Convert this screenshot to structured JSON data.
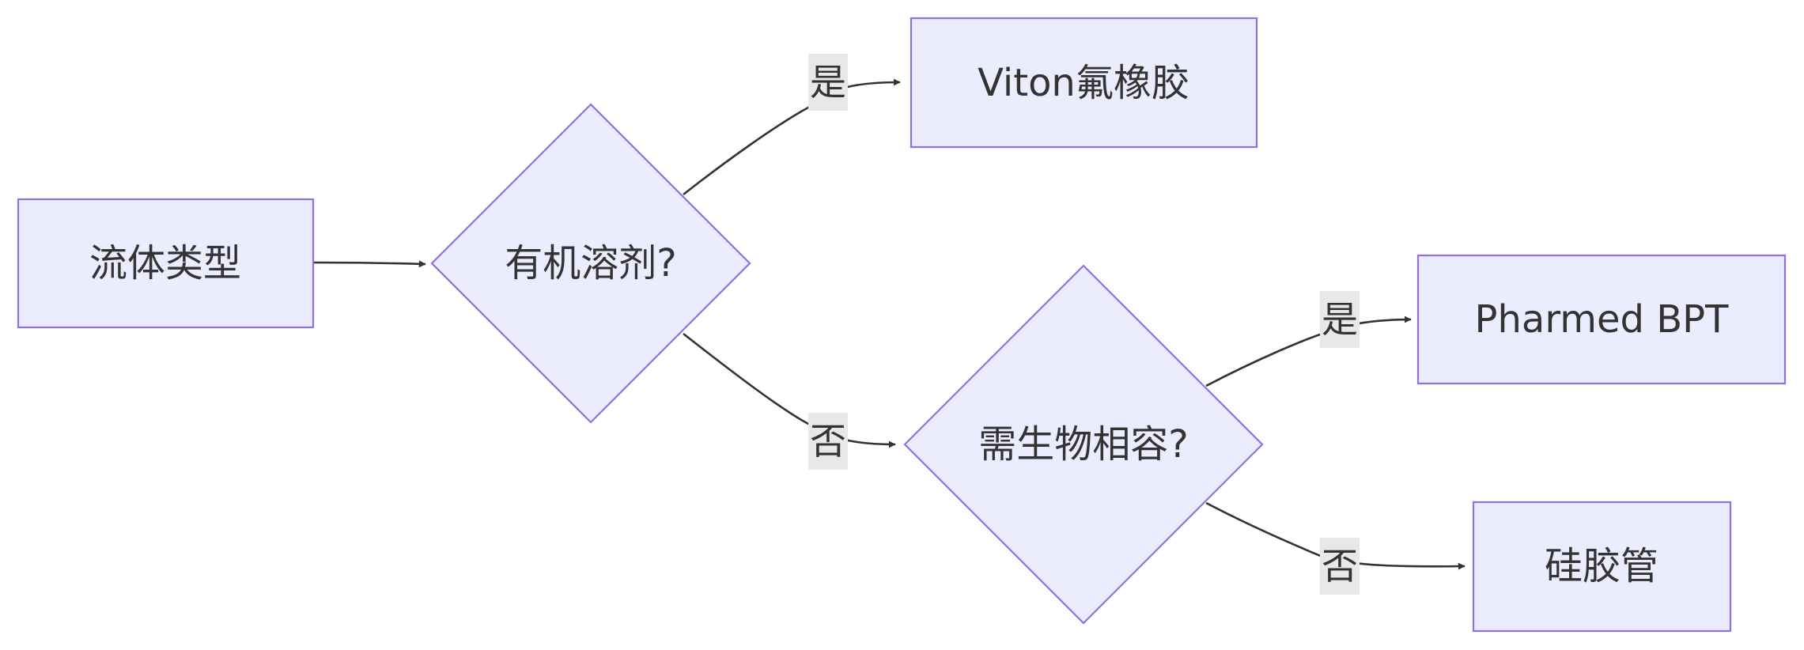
{
  "diagram": {
    "type": "flowchart",
    "nodes": {
      "fluid_type": "流体类型",
      "organic_solvent": "有机溶剂?",
      "viton": "Viton氟橡胶",
      "biocompatible": "需生物相容?",
      "pharmed": "Pharmed BPT",
      "silicone": "硅胶管"
    },
    "edges": {
      "yes_1": "是",
      "no_1": "否",
      "yes_2": "是",
      "no_2": "否"
    },
    "colors": {
      "node_fill": "#ececff",
      "node_stroke": "#9370db",
      "edge_stroke": "#333333",
      "text": "#333333",
      "edge_label_bg": "#e8e8e8"
    }
  }
}
